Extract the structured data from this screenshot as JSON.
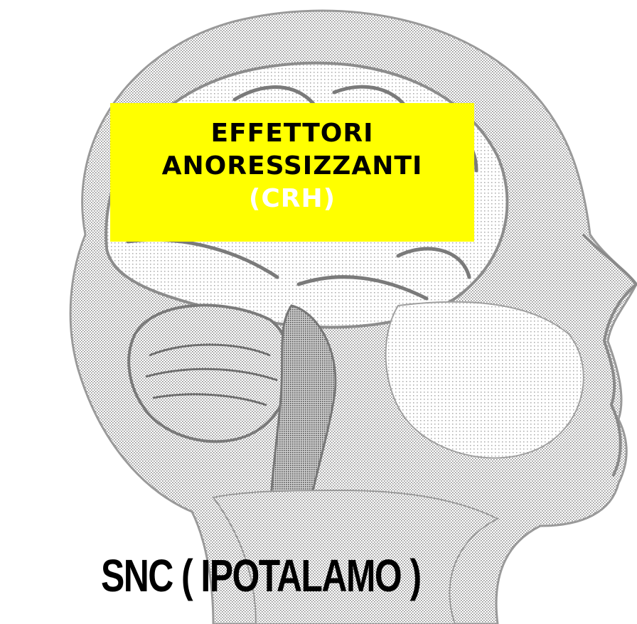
{
  "label_box": {
    "line1": "EFFETTORI",
    "line2": "ANORESSIZZANTI",
    "line3": "(CRH)",
    "background": "#ffff00",
    "text_color": "#000000",
    "sub_color": "#ffffff"
  },
  "footer": {
    "title": "SNC ( IPOTALAMO )"
  },
  "illustration": {
    "subject": "head-brain-sagittal-icon",
    "tone": "#9a9a9a"
  }
}
